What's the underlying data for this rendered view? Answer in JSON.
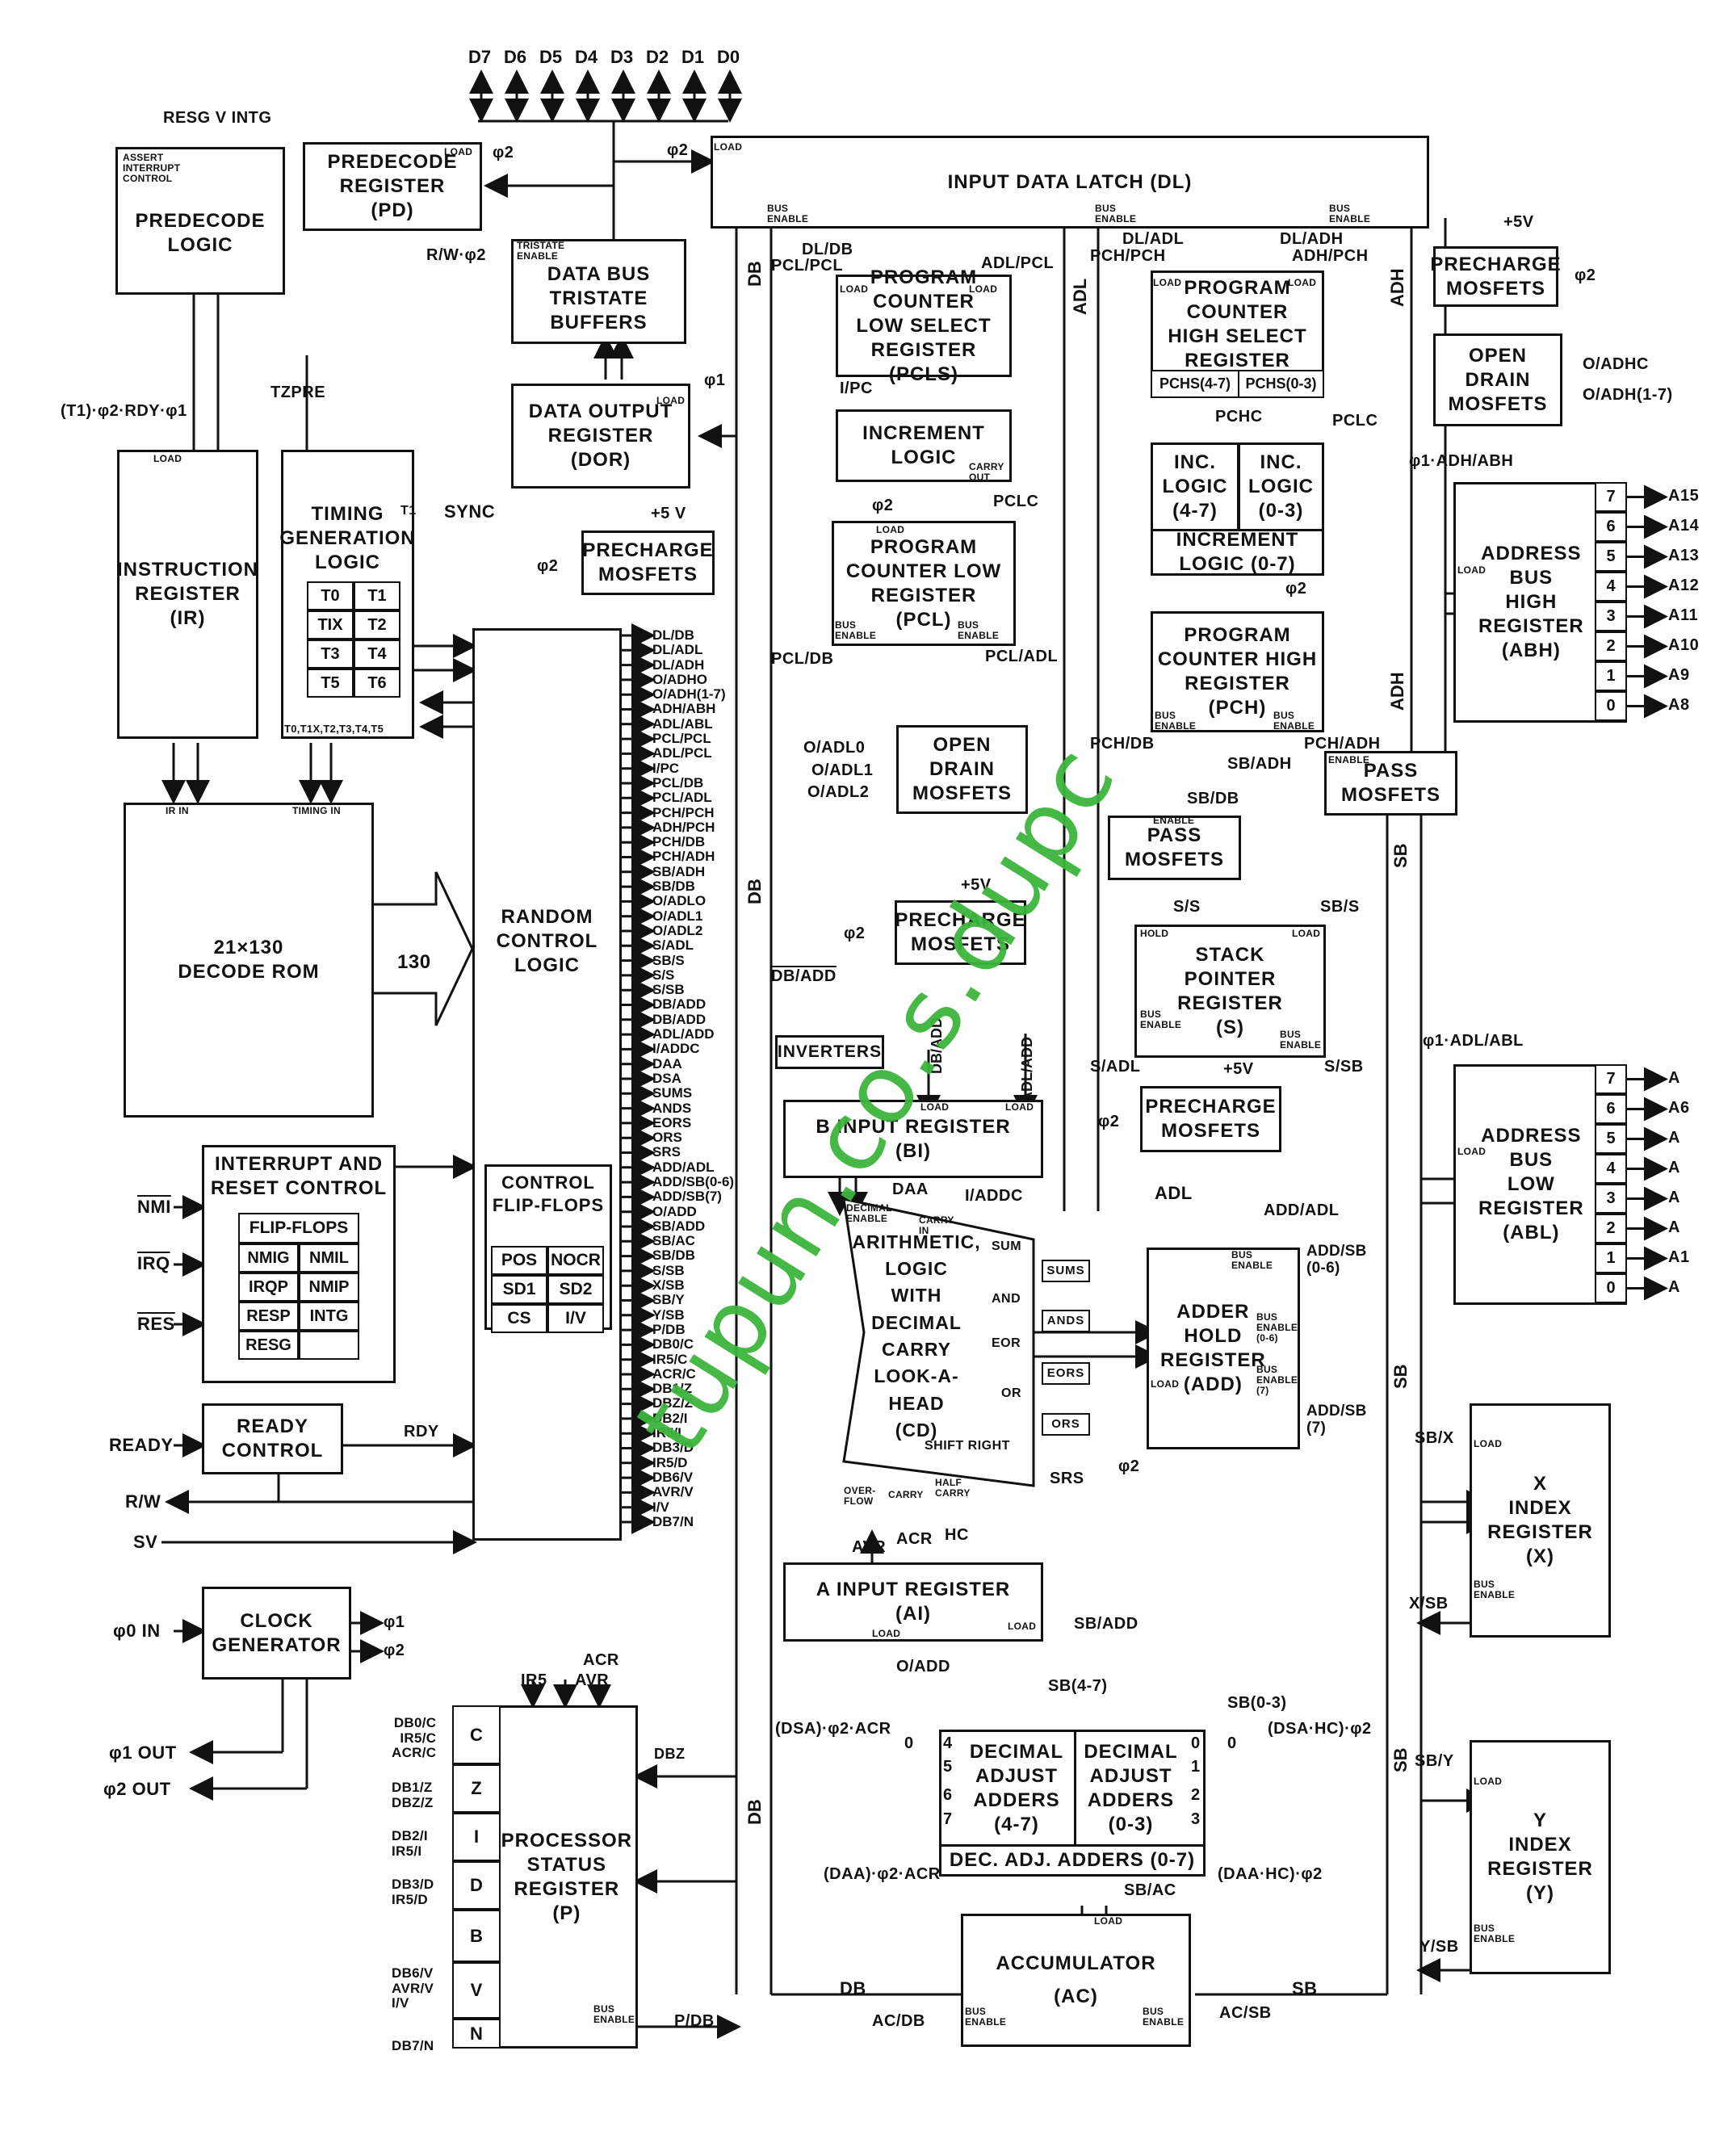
{
  "data_pins": [
    "D7",
    "D6",
    "D5",
    "D4",
    "D3",
    "D2",
    "D1",
    "D0"
  ],
  "watermark": "tupun.co.s.dupc",
  "blocks": {
    "predecode_logic": "PREDECODE\nLOGIC",
    "assert_int": "ASSERT\nINTERRUPT\nCONTROL",
    "predecode_reg": "PREDECODE\nREGISTER\n(PD)",
    "data_bus_tristate": "DATA BUS\nTRISTATE\nBUFFERS",
    "data_output_reg": "DATA OUTPUT\nREGISTER\n(DOR)",
    "precharge_1": "PRECHARGE\nMOSFETS",
    "input_data_latch": "INPUT DATA LATCH (DL)",
    "pcls": "PROGRAM\nCOUNTER\nLOW SELECT\nREGISTER (PCLS)",
    "increment_logic": "INCREMENT\nLOGIC",
    "pcl": "PROGRAM\nCOUNTER LOW\nREGISTER\n(PCL)",
    "pchs": "PROGRAM\nCOUNTER\nHIGH SELECT\nREGISTER (PCHS)",
    "pchs_47": "PCHS(4-7)",
    "pchs_03": "PCHS(0-3)",
    "inc_47": "INC.\nLOGIC\n(4-7)",
    "inc_03": "INC.\nLOGIC\n(0-3)",
    "inc_07": "INCREMENT\nLOGIC (0-7)",
    "pch": "PROGRAM\nCOUNTER HIGH\nREGISTER\n(PCH)",
    "precharge_2": "PRECHARGE\nMOSFETS",
    "open_drain_1": "OPEN\nDRAIN\nMOSFETS",
    "abh": "ADDRESS\nBUS\nHIGH\nREGISTER\n(ABH)",
    "instruction_reg": "INSTRUCTION\nREGISTER\n(IR)",
    "timing_gen": "TIMING\nGENERATION\nLOGIC",
    "decode_rom": "21×130\nDECODE ROM",
    "random_logic": "RANDOM\nCONTROL\nLOGIC",
    "control_ff": "CONTROL\nFLIP-FLOPS",
    "open_drain_2": "OPEN\nDRAIN\nMOSFETS",
    "pass_1": "PASS\nMOSFETS",
    "pass_2": "PASS\nMOSFETS",
    "precharge_3": "PRECHARGE\nMOSFETS",
    "inverters": "INVERTERS",
    "b_input": "B INPUT REGISTER\n(BI)",
    "alu": "ARITHMETIC,\nLOGIC\nWITH\nDECIMAL\nCARRY\nLOOK-A-HEAD\n(CD)",
    "stack": "STACK\nPOINTER\nREGISTER\n(S)",
    "precharge_4": "PRECHARGE\nMOSFETS",
    "adder_hold": "ADDER\nHOLD\nREGISTER\n(ADD)",
    "abl": "ADDRESS\nBUS\nLOW\nREGISTER\n(ABL)",
    "interrupt_reset": "INTERRUPT AND\nRESET CONTROL",
    "ready_control": "READY\nCONTROL",
    "clock_gen": "CLOCK\nGENERATOR",
    "a_input": "A INPUT REGISTER\n(AI)",
    "x_index": "X\nINDEX\nREGISTER\n(X)",
    "y_index": "Y\nINDEX\nREGISTER\n(Y)",
    "processor_status": "PROCESSOR\nSTATUS\nREGISTER\n(P)",
    "dec_adj_hi": "DECIMAL\nADJUST\nADDERS\n(4-7)",
    "dec_adj_lo": "DECIMAL\nADJUST\nADDERS\n(0-3)",
    "dec_adj_all": "DEC. ADJ. ADDERS (0-7)",
    "accumulator": "ACCUMULATOR\n(AC)"
  },
  "timing_cells": [
    "T0",
    "T1",
    "TIX",
    "T2",
    "T3",
    "T4",
    "T5",
    "T6"
  ],
  "timing_footer": "T0,T1X,T2,T3,T4,T5",
  "ff_cells": [
    "POS",
    "NOCR",
    "SD1",
    "SD2",
    "CS",
    "I/V"
  ],
  "int_ff_header": "FLIP-FLOPS",
  "int_cells": [
    "NMIG",
    "NMIL",
    "IRQP",
    "NMIP",
    "RESP",
    "INTG",
    "RESG",
    ""
  ],
  "status_bits": [
    "C",
    "Z",
    "I",
    "D",
    "B",
    "V",
    "N"
  ],
  "abh_bits": [
    "7",
    "6",
    "5",
    "4",
    "3",
    "2",
    "1",
    "0"
  ],
  "abh_outputs": [
    "A15",
    "A14",
    "A13",
    "A12",
    "A11",
    "A10",
    "A9",
    "A8"
  ],
  "abl_bits": [
    "7",
    "6",
    "5",
    "4",
    "3",
    "2",
    "1",
    "0"
  ],
  "abl_outputs": [
    "A",
    "A6",
    "A",
    "A",
    "A",
    "A",
    "A1",
    "A"
  ],
  "control_signals": "DL/DB\nDL/ADL\nDL/ADH\nO/ADHO\nO/ADH(1-7)\nADH/ABH\nADL/ABL\nPCL/PCL\nADL/PCL\nI/PC\nPCL/DB\nPCL/ADL\nPCH/PCH\nADH/PCH\nPCH/DB\nPCH/ADH\nSB/ADH\nSB/DB\nO/ADLO\nO/ADL1\nO/ADL2\nS/ADL\nSB/S\nS/S\nS/SB\nDB/ADD\nDB/ADD\nADL/ADD\nI/ADDC\nDAA\nDSA\nSUMS\nANDS\nEORS\nORS\nSRS\nADD/ADL\nADD/SB(0-6)\nADD/SB(7)\nO/ADD\nSB/ADD\nSB/AC\nSB/DB\nS/SB\nX/SB\nSB/Y\nY/SB\nP/DB\nDB0/C\nIR5/C\nACR/C\nDB1/Z\nDBZ/Z\nDB2/I\nIR5/I\nDB3/D\nIR5/D\nDB6/V\nAVR/V\nI/V\nDB7/N",
  "labels": {
    "resg": "RESG V INTG",
    "load": "LOAD",
    "phi2": "φ2",
    "phi1": "φ1",
    "rw_phi2": "R/W·φ2",
    "tristate_en": "TRISTATE\nENABLE",
    "t1_rdy": "(T1)·φ2·RDY·φ1",
    "tzpre": "TZPRE",
    "sync": "SYNC",
    "t1": "T1",
    "ir_in": "IR IN",
    "timing_in": "TIMING IN",
    "n130": "130",
    "plus5v": "+5V",
    "plus5v_b": "+5 V",
    "bus_enable": "BUS\nENABLE",
    "db": "DB",
    "adl": "ADL",
    "adh": "ADH",
    "sb": "SB",
    "dl_db": "DL/DB",
    "pcl_pcl": "PCL/PCL",
    "adl_pcl": "ADL/PCL",
    "i_pc": "I/PC",
    "pclc": "PCLC",
    "pchc": "PCHC",
    "pcl_db": "PCL/DB",
    "pcl_adl": "PCL/ADL",
    "dl_adl": "DL/ADL",
    "pch_pch": "PCH/PCH",
    "dl_adh": "DL/ADH",
    "adh_pch": "ADH/PCH",
    "pch_db": "PCH/DB",
    "pch_adh": "PCH/ADH",
    "sb_adh": "SB/ADH",
    "sb_db": "SB/DB",
    "enable": "ENABLE",
    "o_adhc": "O/ADHC",
    "o_adh17": "O/ADH(1-7)",
    "phi1_adh_abh": "φ1·ADH/ABH",
    "o_adl0": "O/ADL0",
    "o_adl1": "O/ADL1",
    "o_adl2": "O/ADL2",
    "s_s": "S/S",
    "sb_s": "SB/S",
    "hold": "HOLD",
    "s_adl": "S/ADL",
    "s_sb": "S/SB",
    "phi1_adl_abl": "φ1·ADL/ABL",
    "db_add": "DB/ADD",
    "db_add_bar": "DB/ADD",
    "adl_add": "ADL/ADD",
    "daa": "DAA",
    "i_addc": "I/ADDC",
    "decimal_enable": "DECIMAL\nENABLE",
    "carry_in": "CARRY\nIN",
    "sum": "SUM",
    "and": "AND",
    "eor": "EOR",
    "or": "OR",
    "shift_right": "SHIFT RIGHT",
    "sums": "SUMS",
    "ands": "ANDS",
    "eors": "EORS",
    "ors": "ORS",
    "srs": "SRS",
    "overflow": "OVER-\nFLOW",
    "carry": "CARRY",
    "half_carry": "HALF\nCARRY",
    "avr": "AVR",
    "acr": "ACR",
    "hc": "HC",
    "add_adl": "ADD/ADL",
    "add_sb06": "ADD/SB\n(0-6)",
    "add_sb7": "ADD/SB\n(7)",
    "bus_enable_06": "BUS\nENABLE\n(0-6)",
    "bus_enable_7": "BUS\nENABLE\n(7)",
    "nmi": "NMI",
    "irq": "IRQ",
    "res": "RES",
    "ready": "READY",
    "rdy": "RDY",
    "rw": "R/W",
    "sv": "SV",
    "phi0_in": "φ0 IN",
    "phi1_out": "φ1 OUT",
    "phi2_out": "φ2 OUT",
    "ir5": "IR5",
    "dbz": "DBZ",
    "sb_x": "SB/X",
    "x_sb": "X/SB",
    "sb_y": "SB/Y",
    "y_sb": "Y/SB",
    "sb_add": "SB/ADD",
    "o_add": "O/ADD",
    "sb47": "SB(4-7)",
    "sb03": "SB(0-3)",
    "dsa_acr": "(DSA)·φ2·ACR",
    "dsa_hc": "(DSA·HC)·φ2",
    "daa_acr": "(DAA)·φ2·ACR",
    "daa_hc": "(DAA·HC)·φ2",
    "sb_ac": "SB/AC",
    "ac_db": "AC/DB",
    "ac_sb": "AC/SB",
    "p_db": "P/DB",
    "zero": "0",
    "one": "1",
    "two": "2",
    "three": "3",
    "four": "4",
    "five": "5",
    "six": "6",
    "seven": "7",
    "status_in_c": "DB0/C\nIR5/C\nACR/C",
    "status_in_z": "DB1/Z\nDBZ/Z",
    "status_in_i": "DB2/I\nIR5/I",
    "status_in_d": "DB3/D\nIR5/D",
    "status_in_v": "DB6/V\nAVR/V\nI/V",
    "status_in_n": "DB7/N",
    "carry_out": "CARRY\nOUT",
    "increment_v": "INCREMENT",
    "increment_carry_out": "INCREMENT\nCARRY OUT"
  }
}
